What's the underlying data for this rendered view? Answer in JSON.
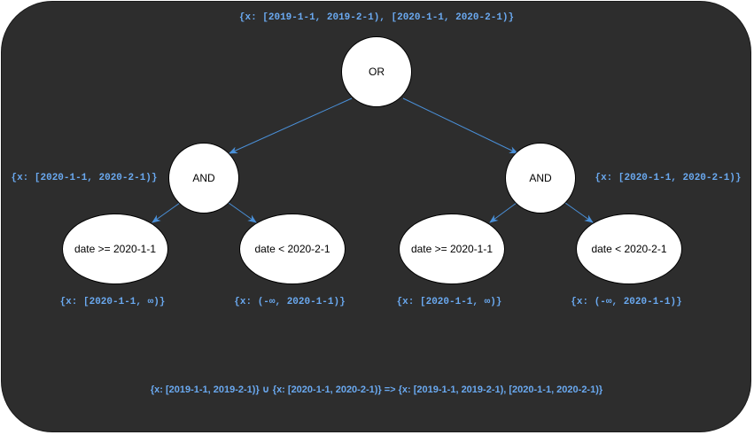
{
  "nodes": {
    "or": "OR",
    "and_left": "AND",
    "and_right": "AND",
    "left_ge": "date >= 2020-1-1",
    "left_lt": "date < 2020-2-1",
    "right_ge": "date >= 2020-1-1",
    "right_lt": "date < 2020-2-1"
  },
  "ranges": {
    "top": "{x: [2019-1-1, 2019-2-1), [2020-1-1, 2020-2-1)}",
    "and_left": "{x: [2020-1-1, 2020-2-1)}",
    "and_right": "{x: [2020-1-1, 2020-2-1)}",
    "left_ge": "{x: [2020-1-1, ∞)}",
    "left_lt": "{x: (-∞, 2020-1-1)}",
    "right_ge": "{x: [2020-1-1, ∞)}",
    "right_lt": "{x: (-∞, 2020-1-1)}"
  },
  "summary": "{x: [2019-1-1, 2019-2-1)} ∪ {x: [2020-1-1, 2020-2-1)} => {x: [2019-1-1, 2019-2-1), [2020-1-1, 2020-2-1)}",
  "colors": {
    "background": "#2d2d2d",
    "annotation": "#6aa9f0",
    "edge": "#4a90d9",
    "node_fill": "#ffffff"
  }
}
